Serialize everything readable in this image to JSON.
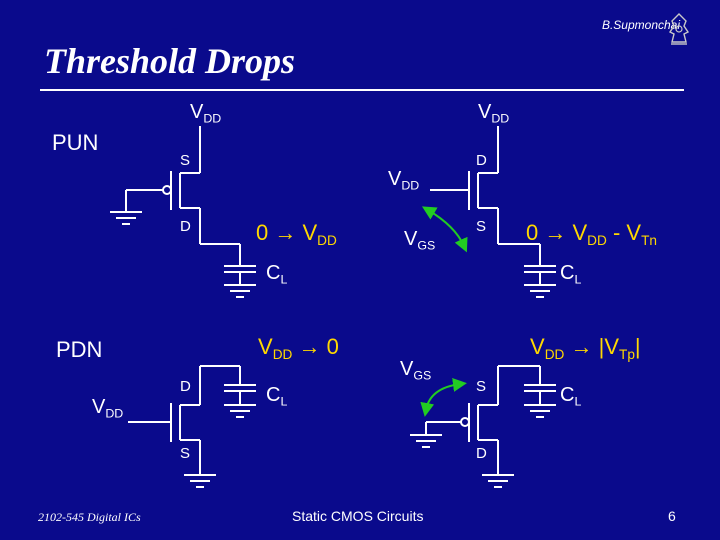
{
  "header": {
    "author": "B.Supmonchai",
    "title": "Threshold Drops"
  },
  "labels": {
    "pun": "PUN",
    "pdn": "PDN",
    "vdd": "V",
    "dd_sub": "DD",
    "s": "S",
    "d": "D",
    "vgs_v": "V",
    "gs_sub": "GS",
    "cl_c": "C",
    "l_sub": "L",
    "pun_left_transition": "0 → V",
    "pun_right_transition_a": "0 → V",
    "pun_right_transition_b": " - V",
    "tn_sub": "Tn",
    "pdn_left_transition_tail": " → 0",
    "pdn_right_transition_tail": " → |V",
    "tp_sub": "Tp",
    "abs_close": "|"
  },
  "footer": {
    "course": "2102-545 Digital ICs",
    "topic": "Static CMOS Circuits",
    "page": "6"
  },
  "colors": {
    "background": "#0a0a8c",
    "wire": "#ffffff",
    "arrow": "#22cc22",
    "accent_text": "#ffd800"
  }
}
